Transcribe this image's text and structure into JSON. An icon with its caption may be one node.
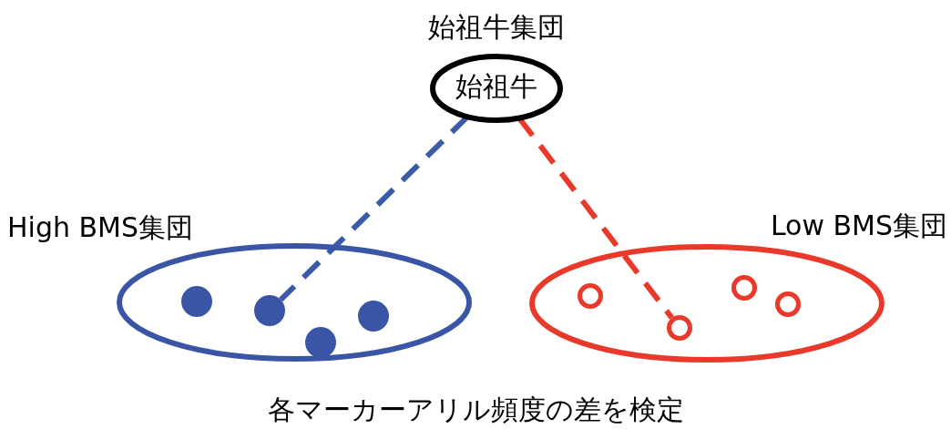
{
  "diagram": {
    "nodes": [
      {
        "text": [
          "始祖牛集団",
          "始祖牛"
        ]
      },
      {
        "text": [
          "High BMS集団"
        ]
      },
      {
        "text": [],
        "shape": "circle",
        "in": 1
      },
      {
        "text": [],
        "shape": "circle",
        "in": 1
      },
      {
        "text": [],
        "shape": "circle",
        "in": 1
      },
      {
        "text": [],
        "shape": "circle",
        "in": 1
      },
      {
        "text": [
          "Low BMS集団"
        ]
      },
      {
        "text": [],
        "shape": "circle",
        "in": 6
      },
      {
        "text": [],
        "shape": "circle",
        "in": 6
      },
      {
        "text": [],
        "shape": "circle",
        "in": 6
      },
      {
        "text": [],
        "shape": "circle",
        "in": 6
      }
    ],
    "edges": [
      {
        "from": 0,
        "to": 3,
        "arrow": "none",
        "style": "dashed",
        "color": "#3a5ba8"
      },
      {
        "from": 0,
        "to": 8,
        "arrow": "none",
        "style": "dashed",
        "color": "#e8392a"
      }
    ],
    "labels": [
      "各マーカーアリル頻度の差を検定"
    ]
  }
}
